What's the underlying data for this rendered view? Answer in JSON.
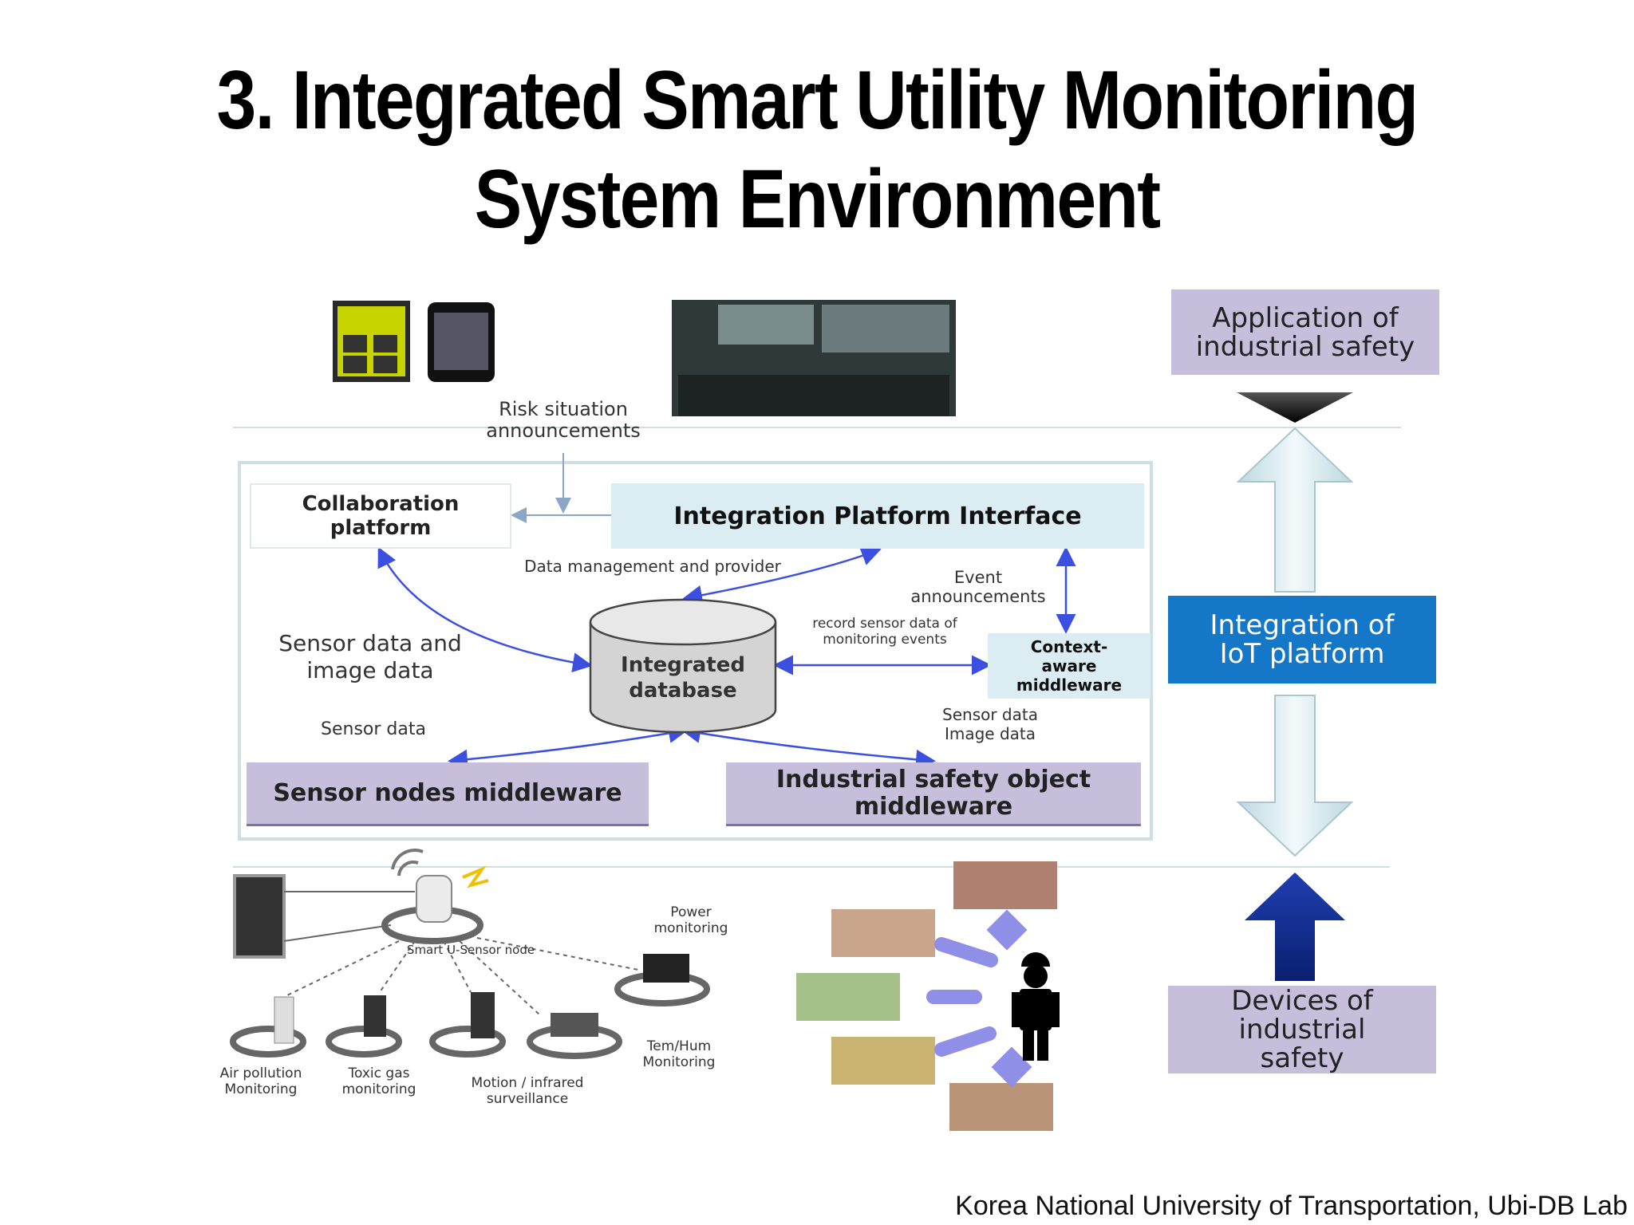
{
  "title": {
    "line1": "3. Integrated Smart Utility Monitoring",
    "line2": "System Environment"
  },
  "layers": {
    "application": "Application of industrial safety",
    "iot": "Integration of IoT platform",
    "devices": "Devices of industrial safety"
  },
  "platform": {
    "risk_announcements": "Risk situation announcements",
    "collaboration": "Collaboration platform",
    "interface": "Integration Platform Interface",
    "data_management": "Data management and provider",
    "event_announcements": "Event announcements",
    "record_sensor": "record sensor data of monitoring events",
    "context_aware": "Context-aware middleware",
    "sensor_image_data": "Sensor data and image data",
    "integrated_db": "Integrated database",
    "sensor_data": "Sensor data",
    "sensor_image_right": "Sensor data Image data",
    "sensor_nodes_mw": "Sensor nodes middleware",
    "safety_object_mw": "Industrial safety object middleware"
  },
  "devices": {
    "smart_node": "Smart U-Sensor node",
    "power": "Power monitoring",
    "air": "Air pollution Monitoring",
    "toxic": "Toxic gas monitoring",
    "motion": "Motion / infrared surveillance",
    "temhum": "Tem/Hum Monitoring"
  },
  "footer": "Korea National University of Transportation, Ubi-DB Lab",
  "colors": {
    "purple": "#c6bedb",
    "blue": "#1577c8",
    "lightblue": "#dcecf3",
    "arrow_blue": "#3b4fe0"
  }
}
